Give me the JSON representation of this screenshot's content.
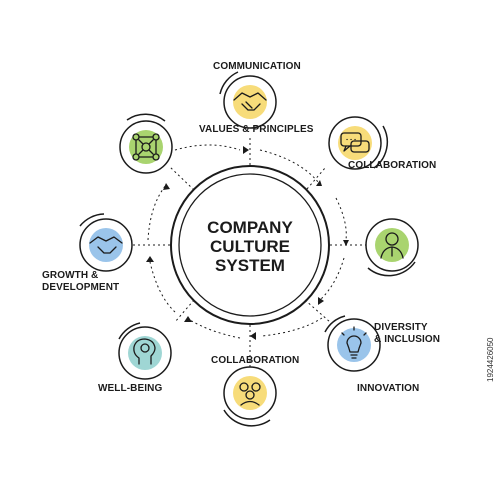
{
  "center": {
    "line1": "COMPANY",
    "line2": "CULTURE",
    "line3": "SYSTEM"
  },
  "labels": {
    "communication": "COMMUNICATION",
    "values_principles": "VALUES & PRINCIPLES",
    "collaboration_top": "COLLABORATION",
    "diversity_1": "DIVERSITY",
    "diversity_2": "& INCLUSION",
    "innovation": "INNOVATION",
    "collaboration_bottom": "COLLABORATION",
    "well_being": "WELL-BEING",
    "growth_1": "GROWTH &",
    "growth_2": "DEVELOPMENT"
  },
  "stock_id": "1924426050",
  "colors": {
    "line": "#1b1b1b",
    "yellow": "#f7dc7a",
    "teal": "#9fd6d4",
    "green": "#a9d46f",
    "blue": "#9ac4ea"
  },
  "nodes": [
    {
      "name": "values-principles",
      "icon": "handshake-icon",
      "color": "yellow"
    },
    {
      "name": "collaboration-top",
      "icon": "chat-bubbles-icon",
      "color": "yellow"
    },
    {
      "name": "employee",
      "icon": "person-icon",
      "color": "green"
    },
    {
      "name": "innovation",
      "icon": "lightbulb-icon",
      "color": "blue"
    },
    {
      "name": "collaboration-bottom",
      "icon": "team-icon",
      "color": "yellow"
    },
    {
      "name": "well-being",
      "icon": "brain-head-icon",
      "color": "teal"
    },
    {
      "name": "growth-development",
      "icon": "partnership-icon",
      "color": "blue"
    },
    {
      "name": "network",
      "icon": "network-icon",
      "color": "green"
    }
  ]
}
